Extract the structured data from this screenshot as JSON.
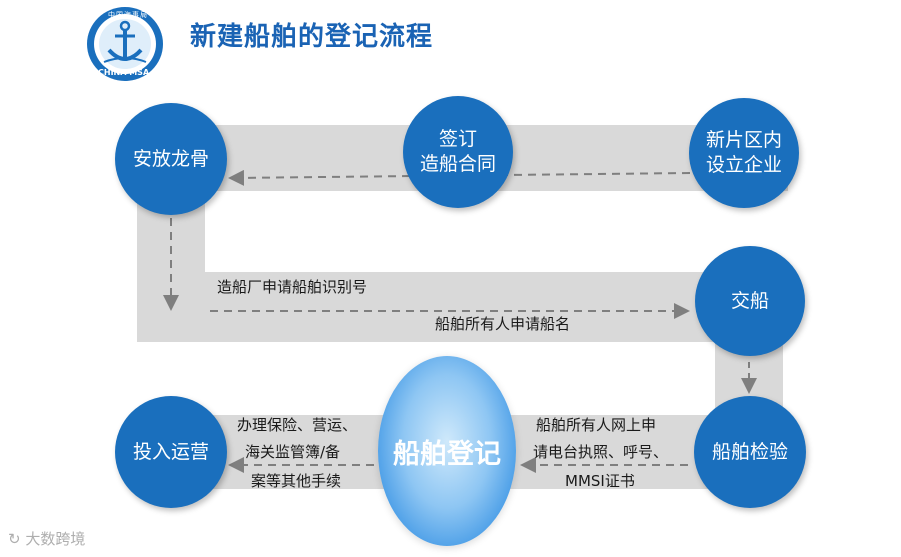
{
  "header": {
    "title": "新建船舶的登记流程",
    "logo_text": "CHINA MSA",
    "logo_top_text": "中国海事局"
  },
  "steps": {
    "new_area": [
      "新片区内",
      "设立企业"
    ],
    "contract": [
      "签订",
      "造船合同"
    ],
    "keel": [
      "安放龙骨"
    ],
    "delivery": [
      "交船"
    ],
    "inspection": [
      "船舶检验"
    ],
    "operation": [
      "投入运营"
    ]
  },
  "labels": {
    "shipyard": "造船厂申请船舶识别号",
    "owner_name": "船舶所有人申请船名",
    "online_1": "船舶所有人网上申",
    "online_2": "请电台执照、呼号、",
    "online_3": "MMSI证书",
    "after_1": "办理保险、营运、",
    "after_2": "海关监管簿/备",
    "after_3": "案等其他手续"
  },
  "hub": {
    "label": "船舶登记"
  },
  "watermark": "大数跨境",
  "colors": {
    "primary": "#1a6fbd",
    "title": "#1a63b4",
    "band": "#d9d9d9",
    "arrow": "#7f7f7f"
  }
}
